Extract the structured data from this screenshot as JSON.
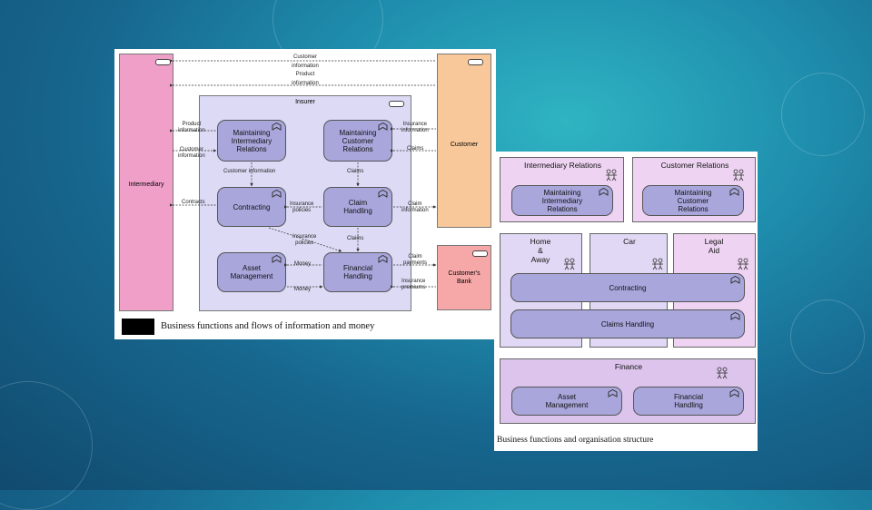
{
  "diagram1": {
    "caption": "Business functions and flows of information and money",
    "intermediary": "Intermediary",
    "customer": "Customer",
    "insurer": "Insurer",
    "bank": "Customer's\nBank",
    "top_flows": [
      "Customer",
      "information",
      "Product",
      "information"
    ],
    "functions": {
      "mir": "Maintaining\nIntermediary\nRelations",
      "mcr": "Maintaining\nCustomer\nRelations",
      "contracting": "Contracting",
      "claim": "Claim\nHandling",
      "asset": "Asset\nManagement",
      "financial": "Financial\nHandling"
    },
    "flows": {
      "product_info": "Product\ninformation",
      "customer_info_left": "Customer\ninformation",
      "customer_info_mid": "Customer information",
      "contracts": "Contracts",
      "insurance_policies_mid": "Insurance\npolicies",
      "insurance_policies_lower": "Insurance\npolicies",
      "claims_mid": "Claims",
      "claims_lower": "Claims",
      "money_top": "Money",
      "money_bottom": "Money",
      "insurance_info": "Insurance\ninformation",
      "claims_right": "Claims",
      "claim_info": "Claim\ninformation",
      "claim_payments": "Claim\npayments",
      "insurance_premiums": "Insurance\npremiums"
    }
  },
  "diagram2": {
    "caption": "Business functions and organisation structure",
    "intermediary_relations": "Intermediary Relations",
    "customer_relations": "Customer  Relations",
    "mir": "Maintaining\nIntermediary\nRelations",
    "mcr": "Maintaining\nCustomer\nRelations",
    "home_away": "Home\n&\nAway",
    "car": "Car",
    "legal_aid": "Legal\nAid",
    "contracting": "Contracting",
    "claims_handling": "Claims Handling",
    "finance": "Finance",
    "asset": "Asset\nManagement",
    "financial": "Financial\nHandling"
  },
  "colors": {
    "intermediary": "#f0a0c8",
    "customer": "#f8c89a",
    "bank": "#f6a8a8",
    "insurer": "#dcdaf4",
    "function": "#a9a6dc",
    "org_lavender": "#eed4f2",
    "org_light": "#e0d8f4",
    "finance": "#dcc4ec"
  }
}
